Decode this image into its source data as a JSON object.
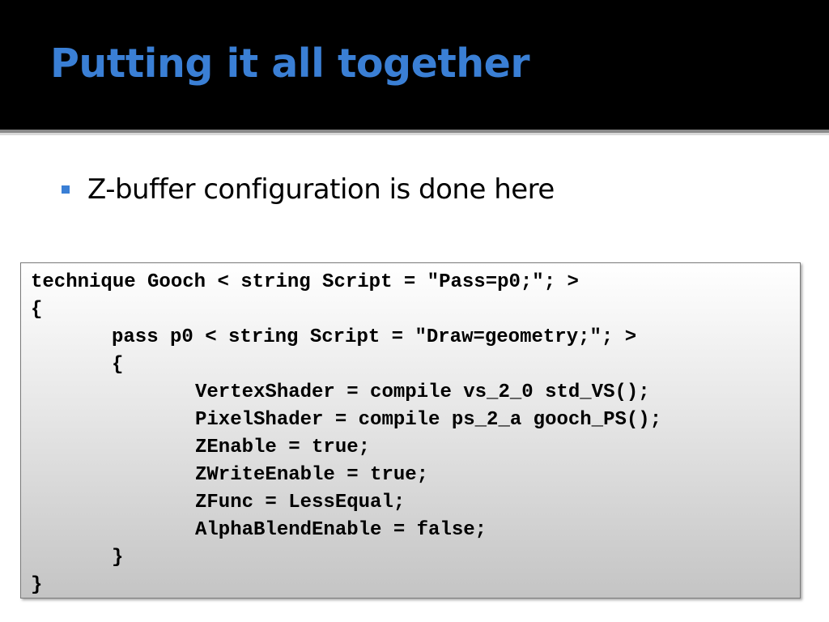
{
  "slide": {
    "title": "Putting it all together",
    "bullets": [
      "Z-buffer configuration is done here"
    ]
  },
  "code": {
    "lines": [
      "technique Gooch < string Script = \"Pass=p0;\"; >",
      "{",
      "pass p0 < string Script = \"Draw=geometry;\"; >",
      "{",
      "VertexShader = compile vs_2_0 std_VS();",
      "PixelShader = compile ps_2_a gooch_PS();",
      "ZEnable = true;",
      "ZWriteEnable = true;",
      "ZFunc = LessEqual;",
      "AlphaBlendEnable = false;",
      "}",
      "}"
    ]
  },
  "colors": {
    "title": "#3a7fd5",
    "bullet": "#3a7fd5",
    "background_top": "#000000",
    "background_content": "#ffffff"
  }
}
